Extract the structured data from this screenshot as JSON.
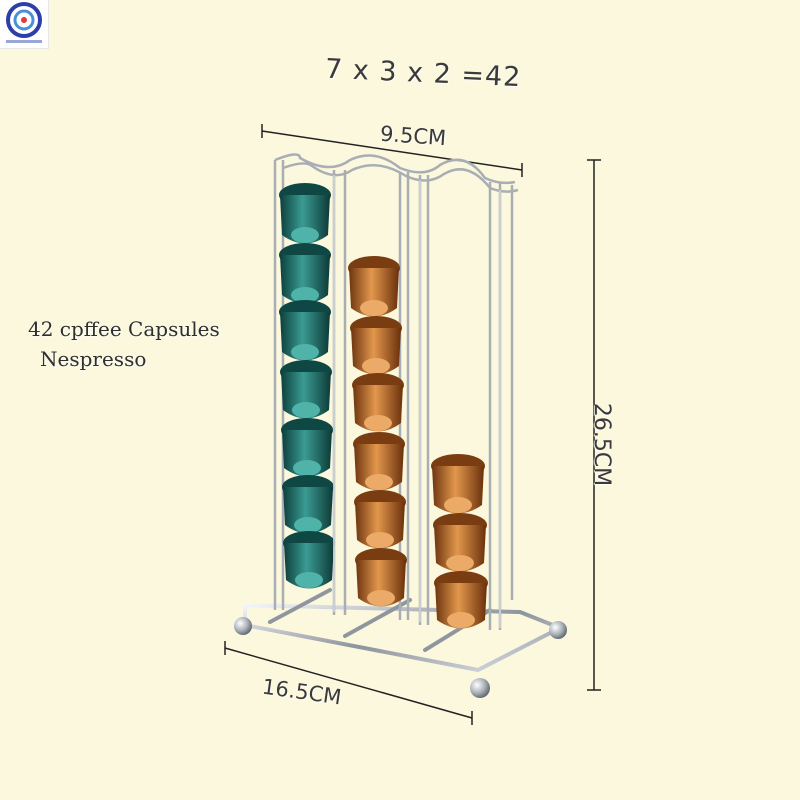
{
  "formula": "7 x 3 x 2 =42",
  "caption": {
    "line1": "42 cpffee Capsules",
    "line2": "Nespresso"
  },
  "dimensions": {
    "width_top": "9.5CM",
    "width_bottom": "16.5CM",
    "height": "26.5CM"
  },
  "colors": {
    "background": "#fbf8dd",
    "capsule_teal": "#1f6f6a",
    "capsule_copper": "#c0702c",
    "chrome": "#b8bcc2"
  },
  "capsule_columns": [
    {
      "color": "teal",
      "count": 7
    },
    {
      "color": "copper",
      "count": 6
    },
    {
      "color": "copper",
      "count": 3
    }
  ]
}
